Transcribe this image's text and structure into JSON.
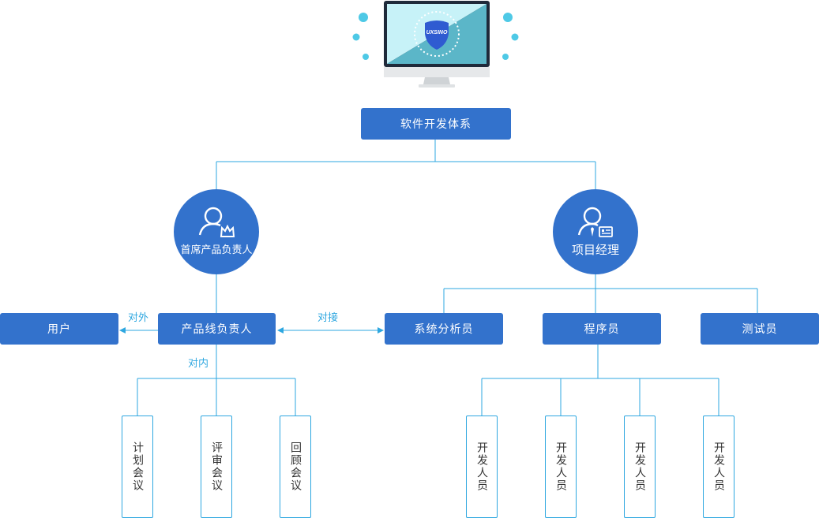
{
  "root": {
    "label": "软件开发体系"
  },
  "roles": {
    "chief": {
      "label": "首席产品负责人",
      "icon": "user-crown-icon"
    },
    "pm": {
      "label": "项目经理",
      "icon": "user-card-icon"
    }
  },
  "nodes": {
    "user": "用户",
    "product_line_owner": "产品线负责人",
    "system_analyst": "系统分析员",
    "programmer": "程序员",
    "tester": "测试员"
  },
  "edges": {
    "external": "对外",
    "docking": "对接",
    "internal": "对内"
  },
  "meetings": [
    "计划会议",
    "评审会议",
    "回顾会议"
  ],
  "developers": [
    "开发人员",
    "开发人员",
    "开发人员",
    "开发人员"
  ],
  "logo": {
    "text": "UXSINO",
    "icon": "shield-logo-icon"
  },
  "colors": {
    "primary": "#3372cc",
    "line": "#2ea7e0",
    "dot": "#4ec9e6"
  }
}
